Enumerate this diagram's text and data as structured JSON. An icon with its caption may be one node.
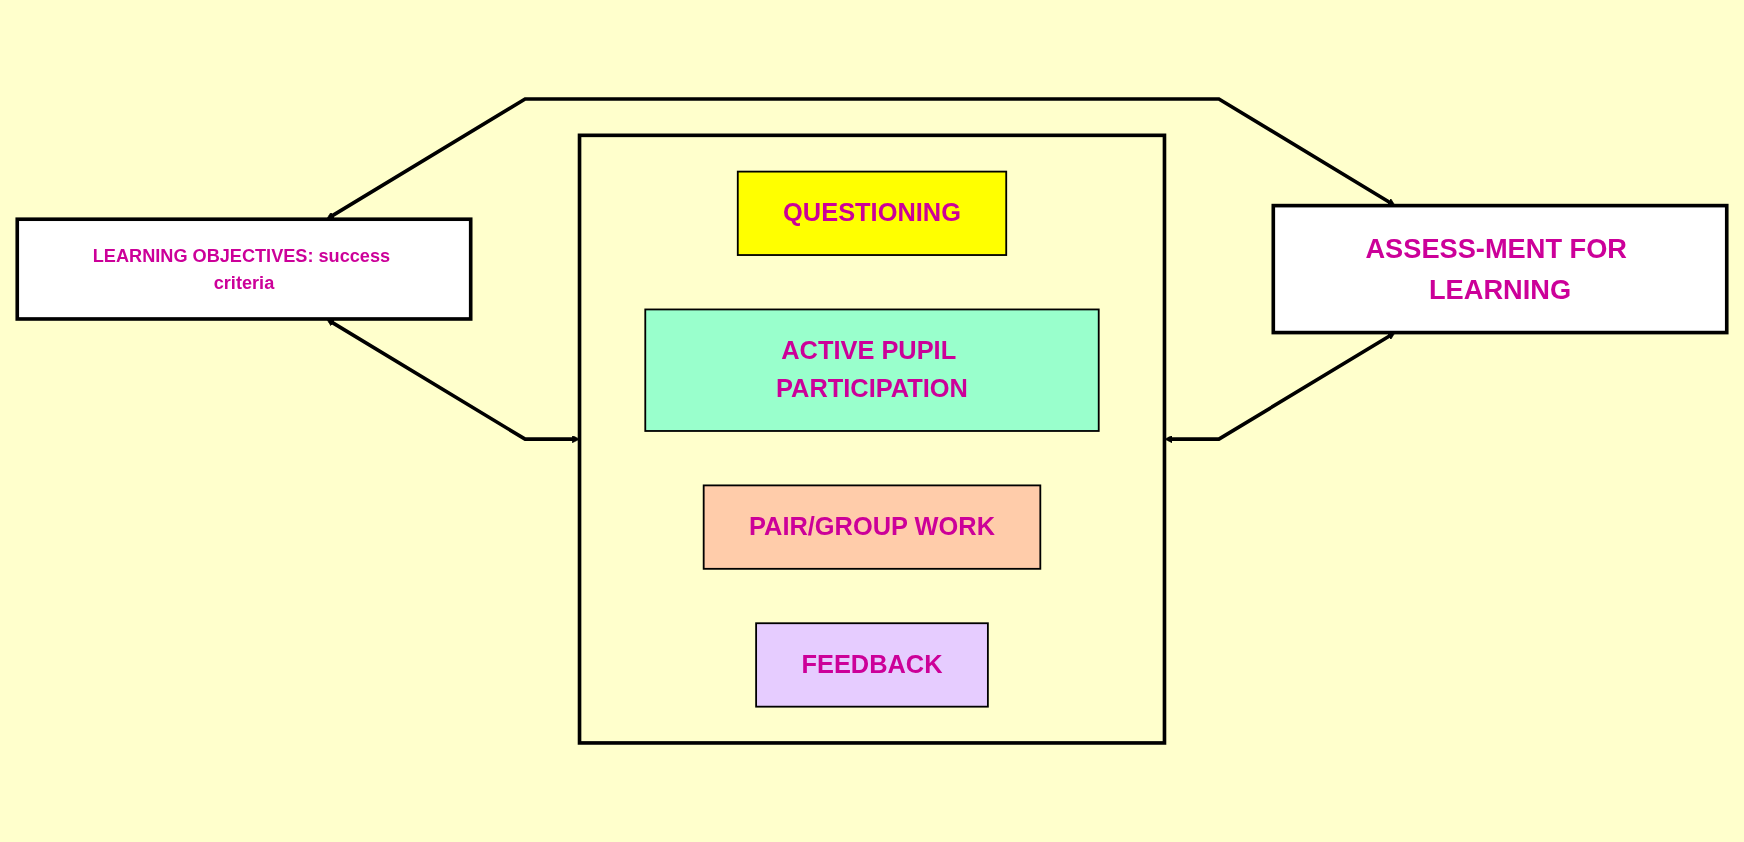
{
  "diagram": {
    "nodes": [
      {
        "text": [
          "LEARNING OBJECTIVES: success criteria"
        ]
      },
      {
        "text": [],
        "shape": "box"
      },
      {
        "text": [
          "QUESTIONING"
        ],
        "in": 1
      },
      {
        "text": [
          "ACTIVE PUPIL PARTICIPATION"
        ],
        "in": 1
      },
      {
        "text": [
          "PAIR/GROUP WORK"
        ],
        "in": 1
      },
      {
        "text": [
          "FEEDBACK"
        ],
        "in": 1
      },
      {
        "text": [
          "ASSESS-MENT FOR LEARNING"
        ]
      }
    ],
    "edges": [
      {
        "from": 0,
        "to": 1,
        "arrow": "both"
      },
      {
        "from": 1,
        "to": 6,
        "arrow": "both"
      },
      {
        "from": 0,
        "to": 6,
        "arrow": "both"
      }
    ]
  }
}
